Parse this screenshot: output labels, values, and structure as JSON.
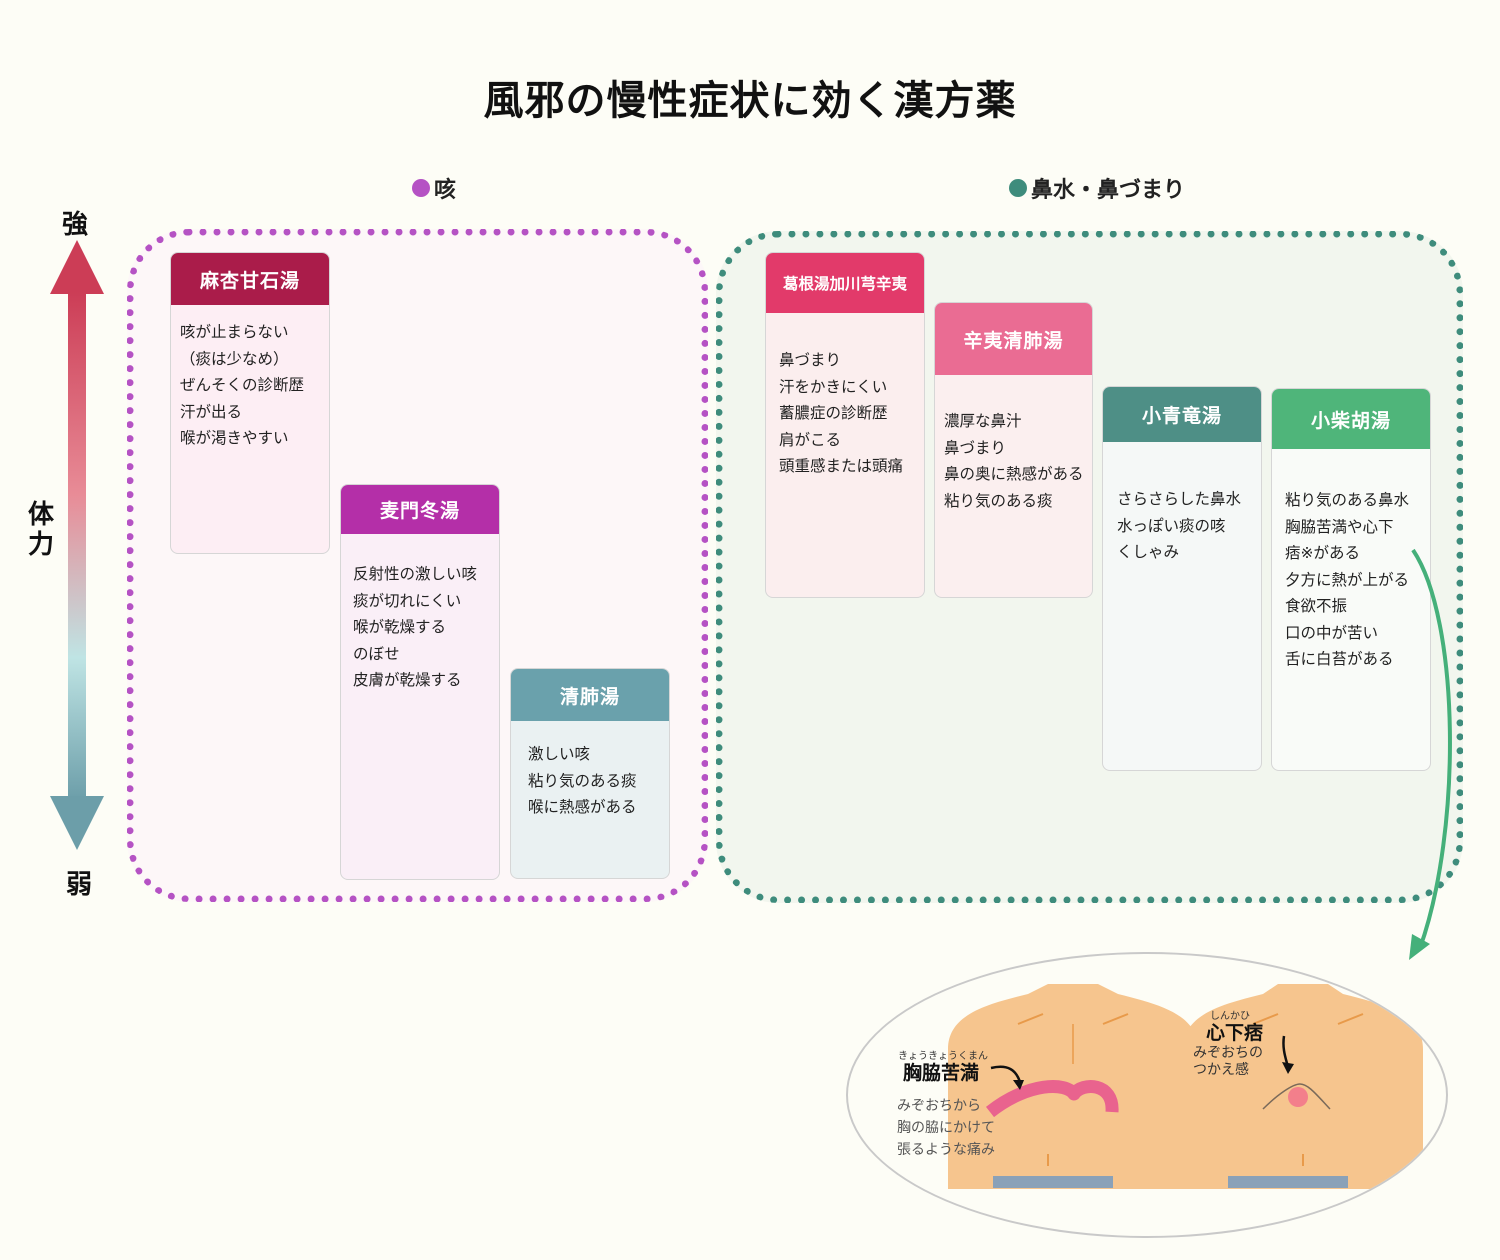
{
  "title": "風邪の慢性症状に効く漢方薬",
  "axis": {
    "strong": "強",
    "title": "体力",
    "weak": "弱"
  },
  "groups": {
    "cough": {
      "label": "咳",
      "color": "#b552c4"
    },
    "nose": {
      "label": "鼻水・鼻づまり",
      "color": "#3e8c7c"
    }
  },
  "cards": {
    "maxing": {
      "name": "麻杏甘石湯",
      "color": "#aa1c4a",
      "lines": [
        "咳が止まらない",
        "（痰は少なめ）",
        "ぜんそくの診断歴",
        "汗が出る",
        "喉が渇きやすい"
      ]
    },
    "bakumondo": {
      "name": "麦門冬湯",
      "color": "#b42fa8",
      "lines": [
        "反射性の激しい咳",
        "痰が切れにくい",
        "喉が乾燥する",
        "のぼせ",
        "皮膚が乾燥する"
      ]
    },
    "seihai": {
      "name": "清肺湯",
      "color": "#6aa1ac",
      "lines": [
        "激しい咳",
        "粘り気のある痰",
        "喉に熱感がある"
      ]
    },
    "kakkon": {
      "name": "葛根湯加川芎辛夷",
      "color": "#e23a6a",
      "lines": [
        "鼻づまり",
        "汗をかきにくい",
        "蓄膿症の診断歴",
        "肩がこる",
        "頭重感または頭痛"
      ]
    },
    "shini": {
      "name": "辛夷清肺湯",
      "color": "#ea6c93",
      "lines": [
        "濃厚な鼻汁",
        "鼻づまり",
        "鼻の奥に熱感がある",
        "粘り気のある痰"
      ]
    },
    "shoseiryu": {
      "name": "小青竜湯",
      "color": "#4e8f86",
      "lines": [
        "さらさらした鼻水",
        "水っぽい痰の咳",
        "くしゃみ"
      ]
    },
    "shosaiko": {
      "name": "小柴胡湯",
      "color": "#4fb57a",
      "lines": [
        "粘り気のある鼻水",
        "胸脇苦満や心下",
        "痞※がある",
        "夕方に熱が上がる",
        "食欲不振",
        "口の中が苦い",
        "舌に白苔がある"
      ]
    }
  },
  "callout": {
    "kyokyo": {
      "ruby": "きょうきょうくまん",
      "term": "胸脇苦満",
      "desc": [
        "みぞおちから",
        "胸の脇にかけて",
        "張るような痛み"
      ]
    },
    "shinkahi": {
      "ruby": "しんかひ",
      "term": "心下痞",
      "desc": [
        "みぞおちの",
        "つかえ感"
      ]
    }
  }
}
